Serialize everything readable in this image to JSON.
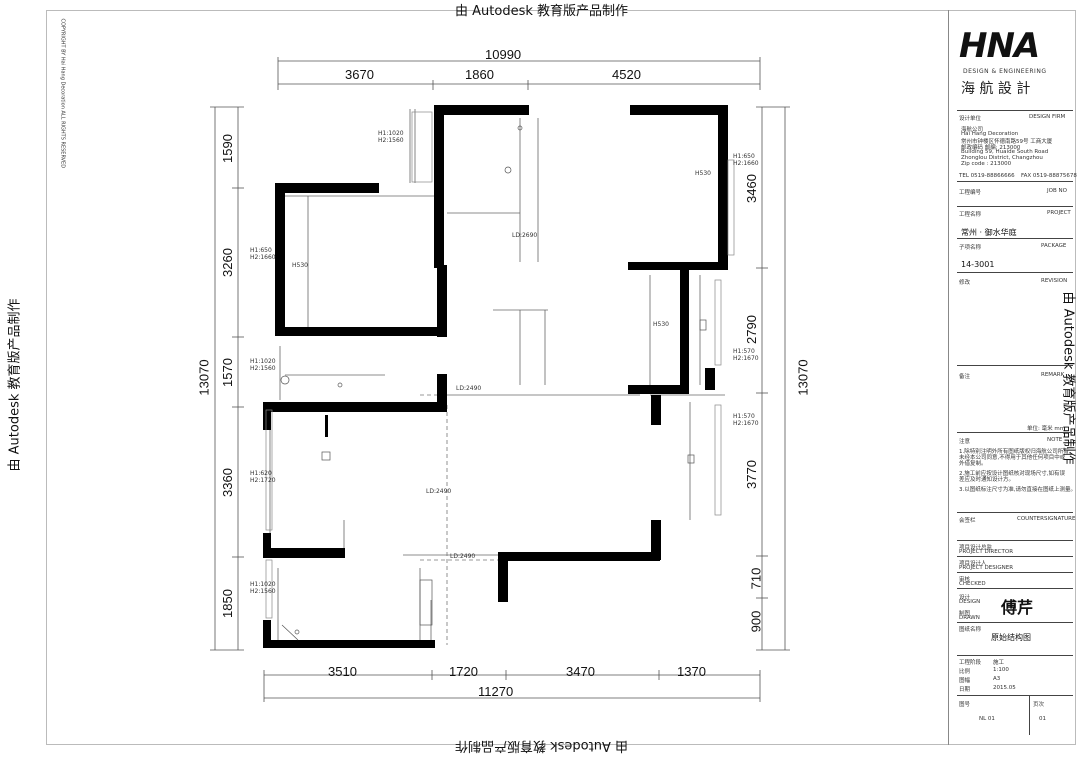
{
  "watermark": "由 Autodesk 教育版产品制作",
  "copyright": "COPYRIGHT BY Hai Hang Decoration ALL RIGHTS RESERVED",
  "dimensions": {
    "top_total": "10990",
    "top": [
      "3670",
      "1860",
      "4520"
    ],
    "bottom": [
      "3510",
      "1720",
      "3470",
      "1370"
    ],
    "bottom_total": "11270",
    "left_total": "13070",
    "left": [
      "1590",
      "3260",
      "1570",
      "3360",
      "1850"
    ],
    "right_total": "13070",
    "right": [
      "3460",
      "2790",
      "3770",
      "710",
      "900"
    ]
  },
  "plan_labels": {
    "win1": "H1:1020\nH2:1560",
    "win2": "H1:650\nH2:1660",
    "win3": "H1:1020\nH2:1560",
    "win4": "H1:620\nH2:1720",
    "win5": "H1:1020\nH2:1560",
    "win6": "H1:650\nH2:1660",
    "win7": "H1:570\nH2:1670",
    "win8": "H1:570\nH2:1670",
    "ld1": "LD:2690",
    "ld2": "LD:2490",
    "ld3": "LD:2490",
    "ld4": "LD:2490",
    "h1": "H530",
    "h2": "H530",
    "h3": "H530"
  },
  "title_block": {
    "logo": "HNA",
    "company_en": "DESIGN & ENGINEERING",
    "company_cn": "海  航  設  計",
    "design_unit_label": "设计单位",
    "design_unit_en": "DESIGN FIRM",
    "address_lines": [
      "海航公司",
      "Hai Hang Decoration",
      "常州市钟楼区怀德南路59号 工商大厦",
      "邮政编码  邮编: 213000",
      "Building 59, Huaide South Road",
      "Zhonglou District, Changzhou",
      "Zip code : 213000"
    ],
    "tel": "TEL 0519-88866666",
    "fax": "FAX 0519-88875678",
    "job_no_label": "工程编号",
    "job_no_en": "JOB NO",
    "project_label": "工程名称",
    "project_en": "PROJECT",
    "project_name": "常州 · 御水华庭",
    "package_label": "子项名称",
    "package_en": "PACKAGE",
    "package_value": "14-3001",
    "revision_label": "修改",
    "revision_en": "REVISION",
    "remark_label": "备注",
    "remark_en": "REMARK",
    "unit_note": "单位: 毫米  mm",
    "note_label": "注意",
    "note_en": "NOTE",
    "notes": [
      "1.除特别注明外所有图纸版权归海航公司所有,",
      "  未经本公司同意,不得用于其他任何项目中或",
      "  外借复制。",
      "2.施工前应按设计图纸核对现场尺寸,如有误",
      "  差应及时通知设计方。",
      "3.以图纸标注尺寸为准,请勿直接在图纸上测量。"
    ],
    "signature_label": "会签栏",
    "signature_en": "COUNTERSIGNATURE",
    "director_label": "项目设计总监",
    "director_en": "PROJECT DIRECTOR",
    "designer_label": "项目设计人",
    "designer_en": "PROJECT DESIGNER",
    "checked_label": "审核",
    "checked_en": "CHECKED",
    "design_label": "设计",
    "design_en": "DESIGN",
    "drawn_label": "制图",
    "drawn_en": "DRAWN",
    "sig_mark": "傅芹",
    "drawing_title_label": "图纸名称",
    "drawing_title": "原始结构图",
    "phase_label": "工程阶段",
    "phase": "施工",
    "scale_label": "比例",
    "scale": "1:100",
    "size_label": "图幅",
    "size": "A3",
    "date_label": "日期",
    "date": "2015.05",
    "drawing_no_label": "图号",
    "drawing_no": "NL 01",
    "sheet_label": "页次",
    "sheet": "01"
  }
}
